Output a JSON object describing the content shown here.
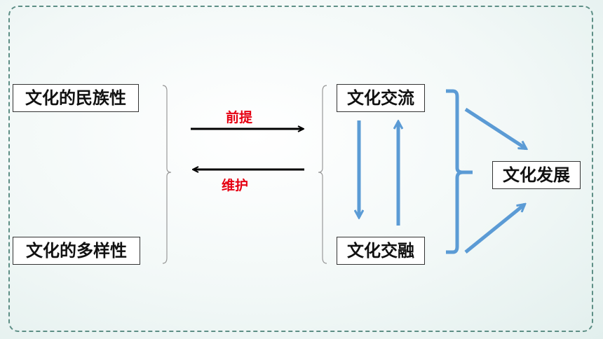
{
  "nodes": {
    "nationality": "文化的民族性",
    "diversity": "文化的多样性",
    "exchange": "文化交流",
    "blending": "文化交融",
    "development": "文化发展"
  },
  "relations": {
    "premise": "前提",
    "maintain": "维护"
  },
  "colors": {
    "frame": "#5e8f86",
    "label_red": "#e60012",
    "arrow_blue": "#5b9bd5",
    "arrow_black": "#000000"
  }
}
